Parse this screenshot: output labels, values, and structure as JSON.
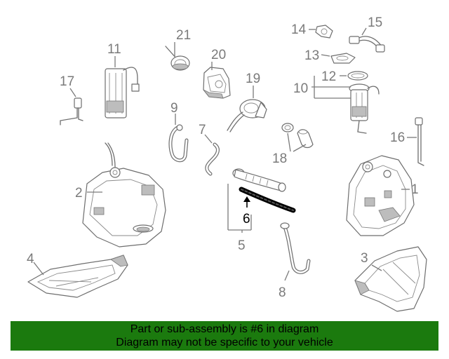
{
  "callouts": {
    "c1": "1",
    "c2": "2",
    "c3": "3",
    "c4": "4",
    "c5": "5",
    "c6": "6",
    "c7": "7",
    "c8": "8",
    "c9": "9",
    "c10": "10",
    "c11": "11",
    "c12": "12",
    "c13": "13",
    "c14": "14",
    "c15": "15",
    "c16": "16",
    "c17": "17",
    "c18": "18",
    "c19": "19",
    "c20": "20",
    "c21": "21"
  },
  "highlighted_part": "6",
  "banner": {
    "line1": "Part or sub-assembly is #6 in diagram",
    "line2": "Diagram may not be specific to your vehicle"
  },
  "colors": {
    "banner_bg": "#1b7a0e",
    "line_art": "#6e6e6e",
    "highlight": "#000000"
  }
}
